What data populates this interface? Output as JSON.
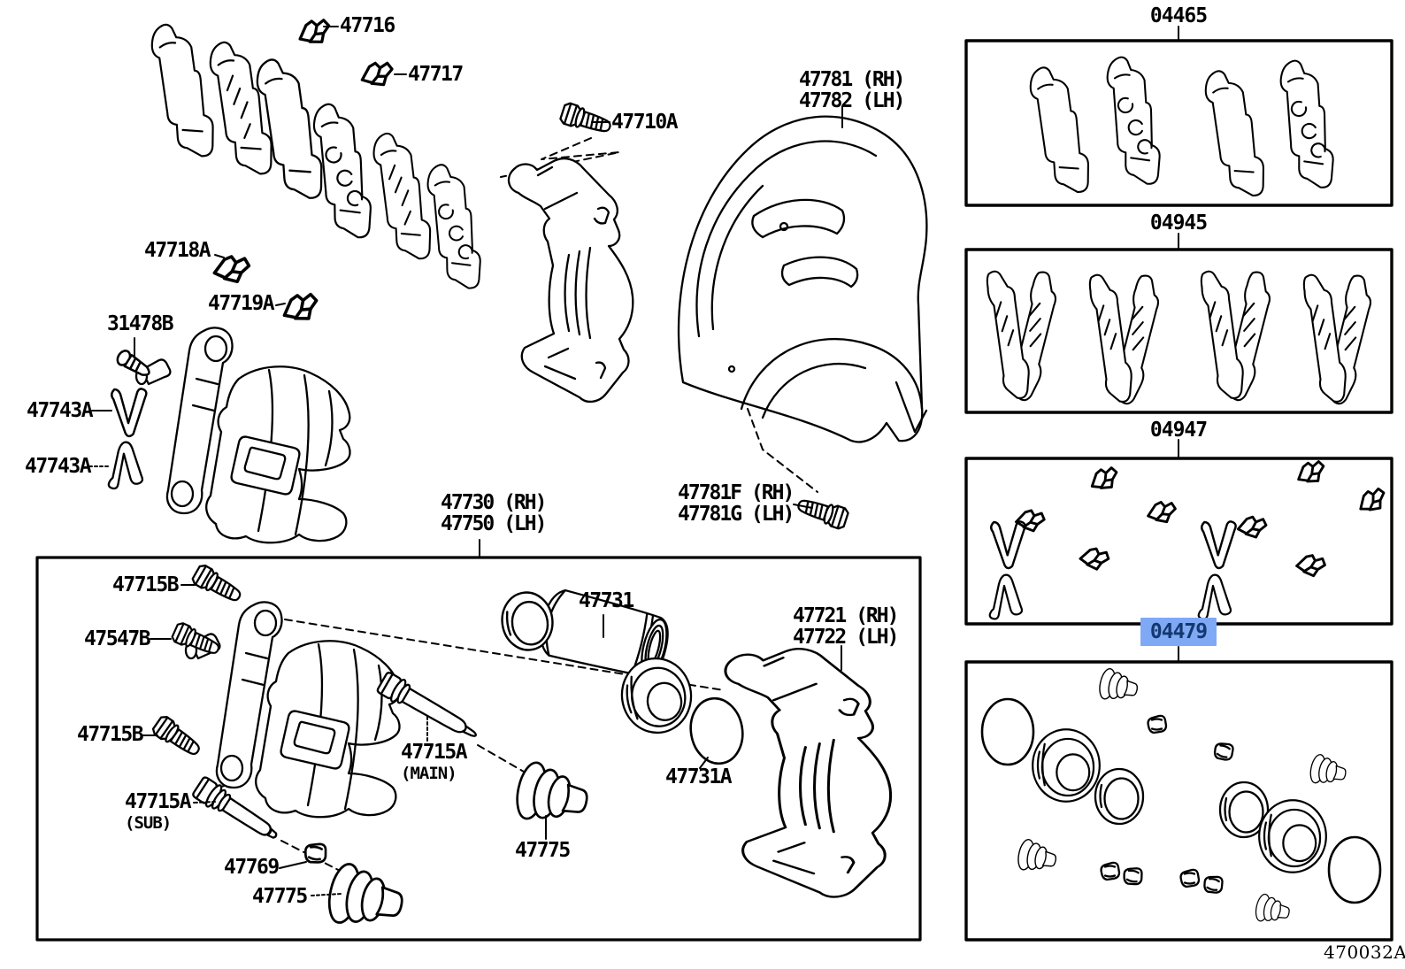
{
  "page": {
    "background": "#ffffff",
    "line_color": "#000000",
    "drawing_code": "470032A"
  },
  "highlight": {
    "bg": "#7FA9F4",
    "fg": "#14386F"
  },
  "part_labels": {
    "p47716": "47716",
    "p47717": "47717",
    "p47718A": "47718A",
    "p47719A": "47719A",
    "p31478B": "31478B",
    "p47743A_a": "47743A",
    "p47743A_b": "47743A",
    "p47710A": "47710A",
    "p47781_rh": "47781 (RH)",
    "p47782_lh": "47782 (LH)",
    "p47781F_rh": "47781F (RH)",
    "p47781G_lh": "47781G (LH)",
    "p47730_rh": "47730 (RH)",
    "p47750_lh": "47750 (LH)",
    "p47721_rh": "47721 (RH)",
    "p47722_lh": "47722 (LH)",
    "p47715B_a": "47715B",
    "p47547B": "47547B",
    "p47715B_b": "47715B",
    "p47715A_sub": "47715A",
    "p47715A_sub_note": "(SUB)",
    "p47715A_main": "47715A",
    "p47715A_main_note": "(MAIN)",
    "p47769": "47769",
    "p47775_a": "47775",
    "p47775_b": "47775",
    "p47731": "47731",
    "p47731A": "47731A"
  },
  "kit_panels": [
    {
      "code": "04465",
      "highlighted": false
    },
    {
      "code": "04945",
      "highlighted": false
    },
    {
      "code": "04947",
      "highlighted": false
    },
    {
      "code": "04479",
      "highlighted": true
    }
  ]
}
